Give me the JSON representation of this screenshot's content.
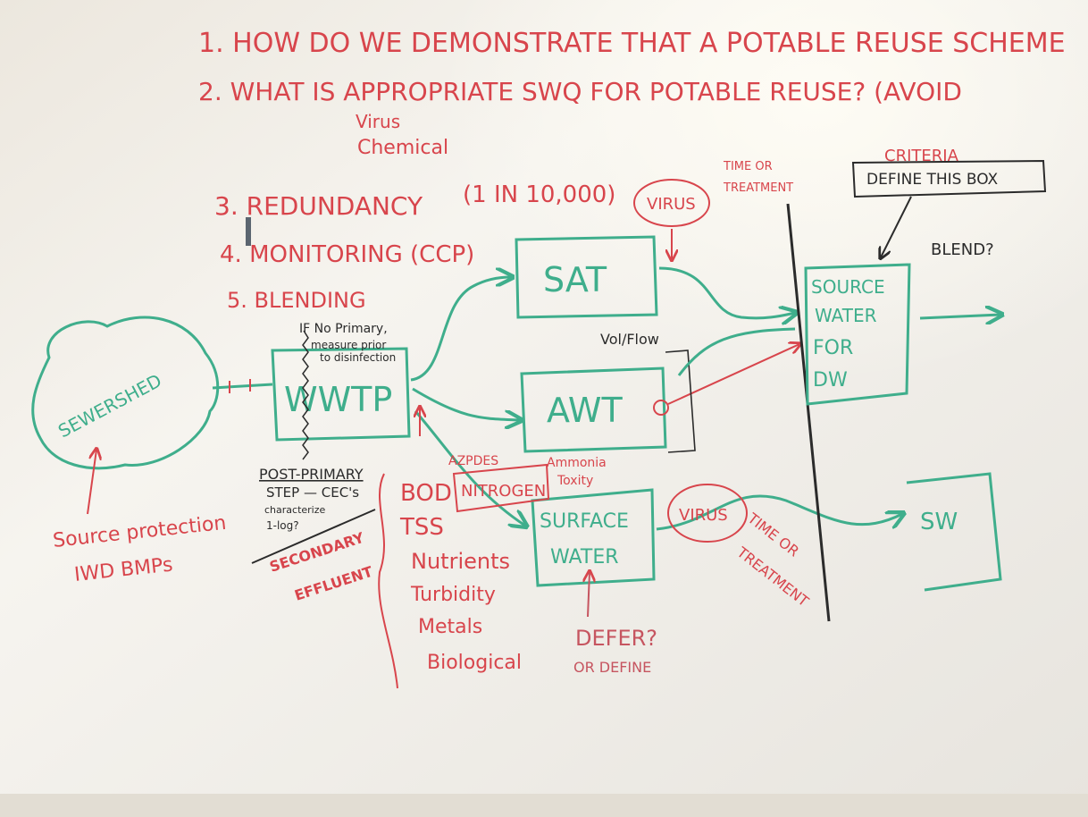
{
  "questions": {
    "q1": "1. HOW DO WE DEMONSTRATE THAT A POTABLE REUSE SCHEME",
    "q2": "2. WHAT IS APPROPRIATE SWQ FOR POTABLE REUSE? (AVOID",
    "virus": "Virus",
    "chemical": "Chemical",
    "q3": "3. REDUNDANCY",
    "q3_note": "(1 IN 10,000)",
    "q4": "4. MONITORING (CCP)",
    "q5": "5. BLENDING"
  },
  "diagram": {
    "sewershed": "SEWERSHED",
    "wwtp": "WWTP",
    "sat": "SAT",
    "awt": "AWT",
    "surface_water_1": "SURFACE",
    "surface_water_2": "WATER",
    "source_water": [
      "SOURCE",
      "WATER",
      "FOR",
      "DW"
    ],
    "sw": "SW",
    "virus_top": "VIRUS",
    "virus_bottom": "VIRUS",
    "time_treatment_top": [
      "TIME OR",
      "TREATMENT"
    ],
    "time_treatment_bottom": [
      "TIME OR",
      "TREATMENT"
    ],
    "criteria": "CRITERIA",
    "define_box": "DEFINE THIS BOX",
    "blend": "BLEND?",
    "vol_flow": "Vol/Flow",
    "if_no_primary": [
      "IF No Primary,",
      "measure prior",
      "to disinfection"
    ],
    "post_primary": [
      "POST-PRIMARY",
      "STEP — CEC's",
      "characterize",
      "1-log?"
    ],
    "secondary_effluent": [
      "SECONDARY",
      "EFFLUENT"
    ],
    "source_protection": [
      "Source protection",
      "IWD BMPs"
    ],
    "azpdes": "AZPDES",
    "nitrogen": "NITROGEN",
    "ammonia": [
      "Ammonia",
      "Toxity"
    ],
    "params": [
      "BOD",
      "TSS",
      "Nutrients",
      "Turbidity",
      "Metals",
      "Biological"
    ],
    "defer": [
      "DEFER?",
      "OR DEFINE"
    ]
  }
}
